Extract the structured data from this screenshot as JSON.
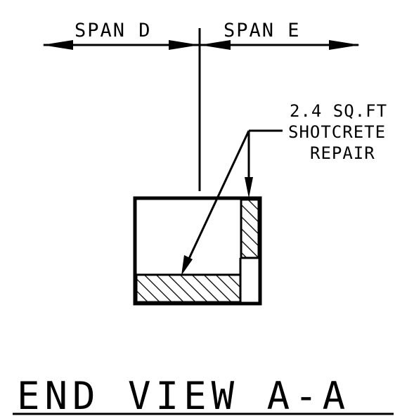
{
  "span_left": "SPAN D",
  "span_right": "SPAN E",
  "note_line1": "2.4 SQ.FT",
  "note_line2": "SHOTCRETE",
  "note_line3": "REPAIR",
  "title": "END VIEW A-A",
  "colors": {
    "ink": "#000000",
    "background": "#ffffff"
  }
}
